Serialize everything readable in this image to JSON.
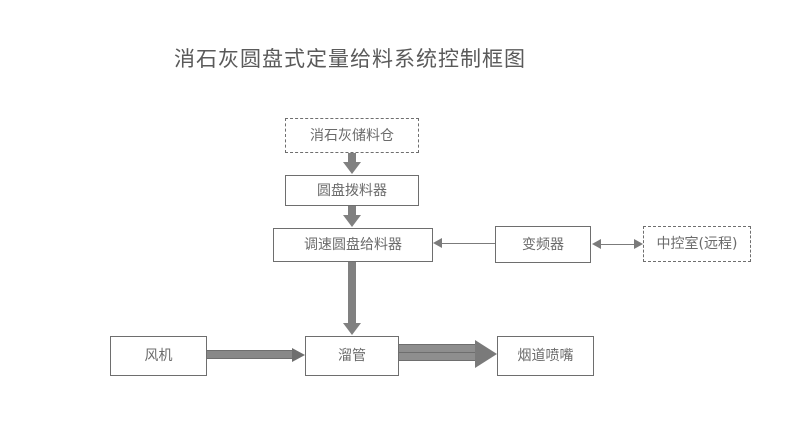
{
  "diagram": {
    "title": "消石灰圆盘式定量给料系统控制框图",
    "colors": {
      "background": "#ffffff",
      "text": "#6b6b6b",
      "title_text": "#5a5a5a",
      "box_border": "#6e6e6e",
      "arrow_thick": "#808080",
      "arrow_thin": "#7b7b7b"
    },
    "nodes": [
      {
        "id": "storage-silo",
        "label": "消石灰储料仓",
        "style": "dashed"
      },
      {
        "id": "disc-dispenser",
        "label": "圆盘拨料器",
        "style": "solid"
      },
      {
        "id": "speed-disc-feeder",
        "label": "调速圆盘给料器",
        "style": "solid"
      },
      {
        "id": "inverter",
        "label": "变频器",
        "style": "solid"
      },
      {
        "id": "control-room",
        "label": "中控室(远程)",
        "style": "dashed"
      },
      {
        "id": "blower",
        "label": "风机",
        "style": "solid"
      },
      {
        "id": "chute-pipe",
        "label": "溜管",
        "style": "solid"
      },
      {
        "id": "flue-nozzle",
        "label": "烟道喷嘴",
        "style": "solid"
      }
    ],
    "edges": [
      {
        "id": "silo-to-dispenser",
        "from": "消石灰储料仓",
        "to": "圆盘拨料器",
        "kind": "thick-down"
      },
      {
        "id": "dispenser-to-feeder",
        "from": "圆盘拨料器",
        "to": "调速圆盘给料器",
        "kind": "thick-down"
      },
      {
        "id": "feeder-to-chute",
        "from": "调速圆盘给料器",
        "to": "溜管",
        "kind": "thick-down"
      },
      {
        "id": "inverter-to-feeder",
        "from": "变频器",
        "to": "调速圆盘给料器",
        "kind": "thin-left"
      },
      {
        "id": "inverter-control-room",
        "from": "变频器",
        "to": "中控室(远程)",
        "kind": "bidirectional"
      },
      {
        "id": "blower-to-chute",
        "from": "风机",
        "to": "溜管",
        "kind": "block-double"
      },
      {
        "id": "chute-to-nozzle",
        "from": "溜管",
        "to": "烟道喷嘴",
        "kind": "block-triple"
      }
    ]
  }
}
